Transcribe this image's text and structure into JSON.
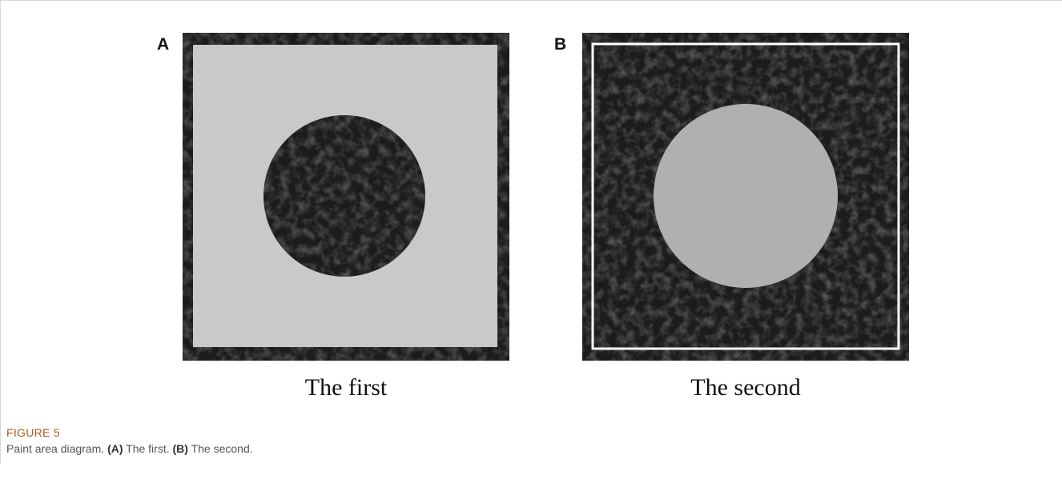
{
  "panels": [
    {
      "letter": "A",
      "caption": "The first"
    },
    {
      "letter": "B",
      "caption": "The second"
    }
  ],
  "figure": {
    "label": "FIGURE 5",
    "caption_main": "Paint area diagram. ",
    "caption_a_tag": "(A)",
    "caption_a_text": " The first. ",
    "caption_b_tag": "(B)",
    "caption_b_text": " The second."
  },
  "colors": {
    "texture_dark": "#1c1c1c",
    "paint_light": "#c9c9c9",
    "paint_circle": "#b0b0b0",
    "frame_white": "#ffffff",
    "figure_label": "#b5561a"
  }
}
